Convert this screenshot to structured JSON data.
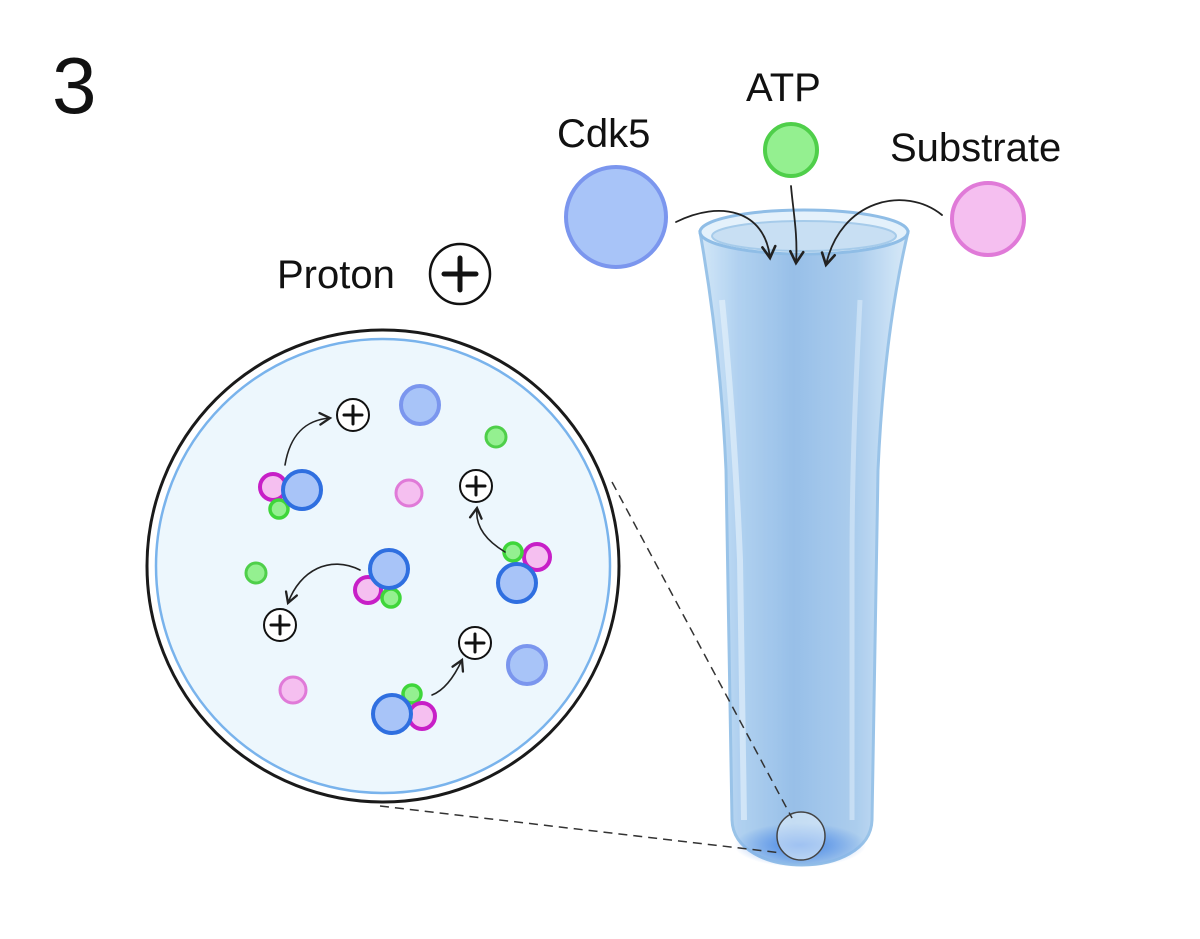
{
  "panel_number": "3",
  "reagents": [
    {
      "label": "Cdk5",
      "color": "#a8c4f8",
      "stroke": "#7b96ee"
    },
    {
      "label": "ATP",
      "color": "#94f090",
      "stroke": "#4fcf4a"
    },
    {
      "label": "Substrate",
      "color": "#f5bff0",
      "stroke": "#e07ad8"
    }
  ],
  "proton": {
    "label": "Proton",
    "symbol": "+"
  },
  "colors": {
    "kinase_core": "#2f6fe0",
    "atp": "#3fd63a",
    "substrate": "#c71fc7",
    "solution": "#edf7fd",
    "ring": "#79b3ec",
    "tube": "#9cc7ef"
  }
}
